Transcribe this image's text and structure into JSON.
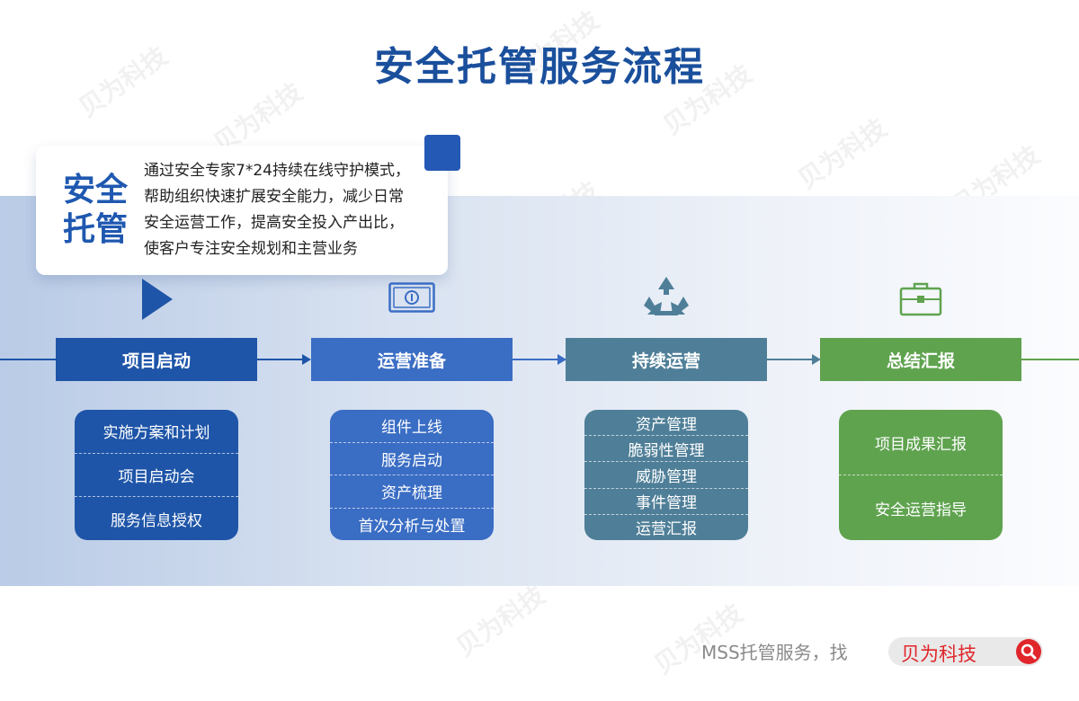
{
  "title": "安全托管服务流程",
  "intro": {
    "heading_line1": "安全",
    "heading_line2": "托管",
    "lines": [
      "通过安全专家7*24持续在线守护模式，",
      "帮助组织快速扩展安全能力，减少日常",
      "安全运营工作，提高安全投入产出比，",
      "使客户专注安全规划和主营业务"
    ]
  },
  "colors": {
    "title": "#1a4f9c",
    "stage1": "#1e55a8",
    "stage2": "#3a6dc4",
    "stage3": "#4f7f98",
    "stage4": "#5fa34f",
    "brand_red": "#e0262b"
  },
  "stages": [
    {
      "title": "项目启动",
      "icon": "play-triangle-icon",
      "items": [
        "实施方案和计划",
        "项目启动会",
        "服务信息授权"
      ]
    },
    {
      "title": "运营准备",
      "icon": "banknote-icon",
      "items": [
        "组件上线",
        "服务启动",
        "资产梳理",
        "首次分析与处置"
      ]
    },
    {
      "title": "持续运营",
      "icon": "recycle-icon",
      "items": [
        "资产管理",
        "脆弱性管理",
        "威胁管理",
        "事件管理",
        "运营汇报"
      ]
    },
    {
      "title": "总结汇报",
      "icon": "briefcase-icon",
      "items": [
        "项目成果汇报",
        "安全运营指导"
      ]
    }
  ],
  "footer": {
    "text": "MSS托管服务，找",
    "brand": "贝为科技",
    "icon": "search-icon"
  },
  "watermark": "贝为科技"
}
